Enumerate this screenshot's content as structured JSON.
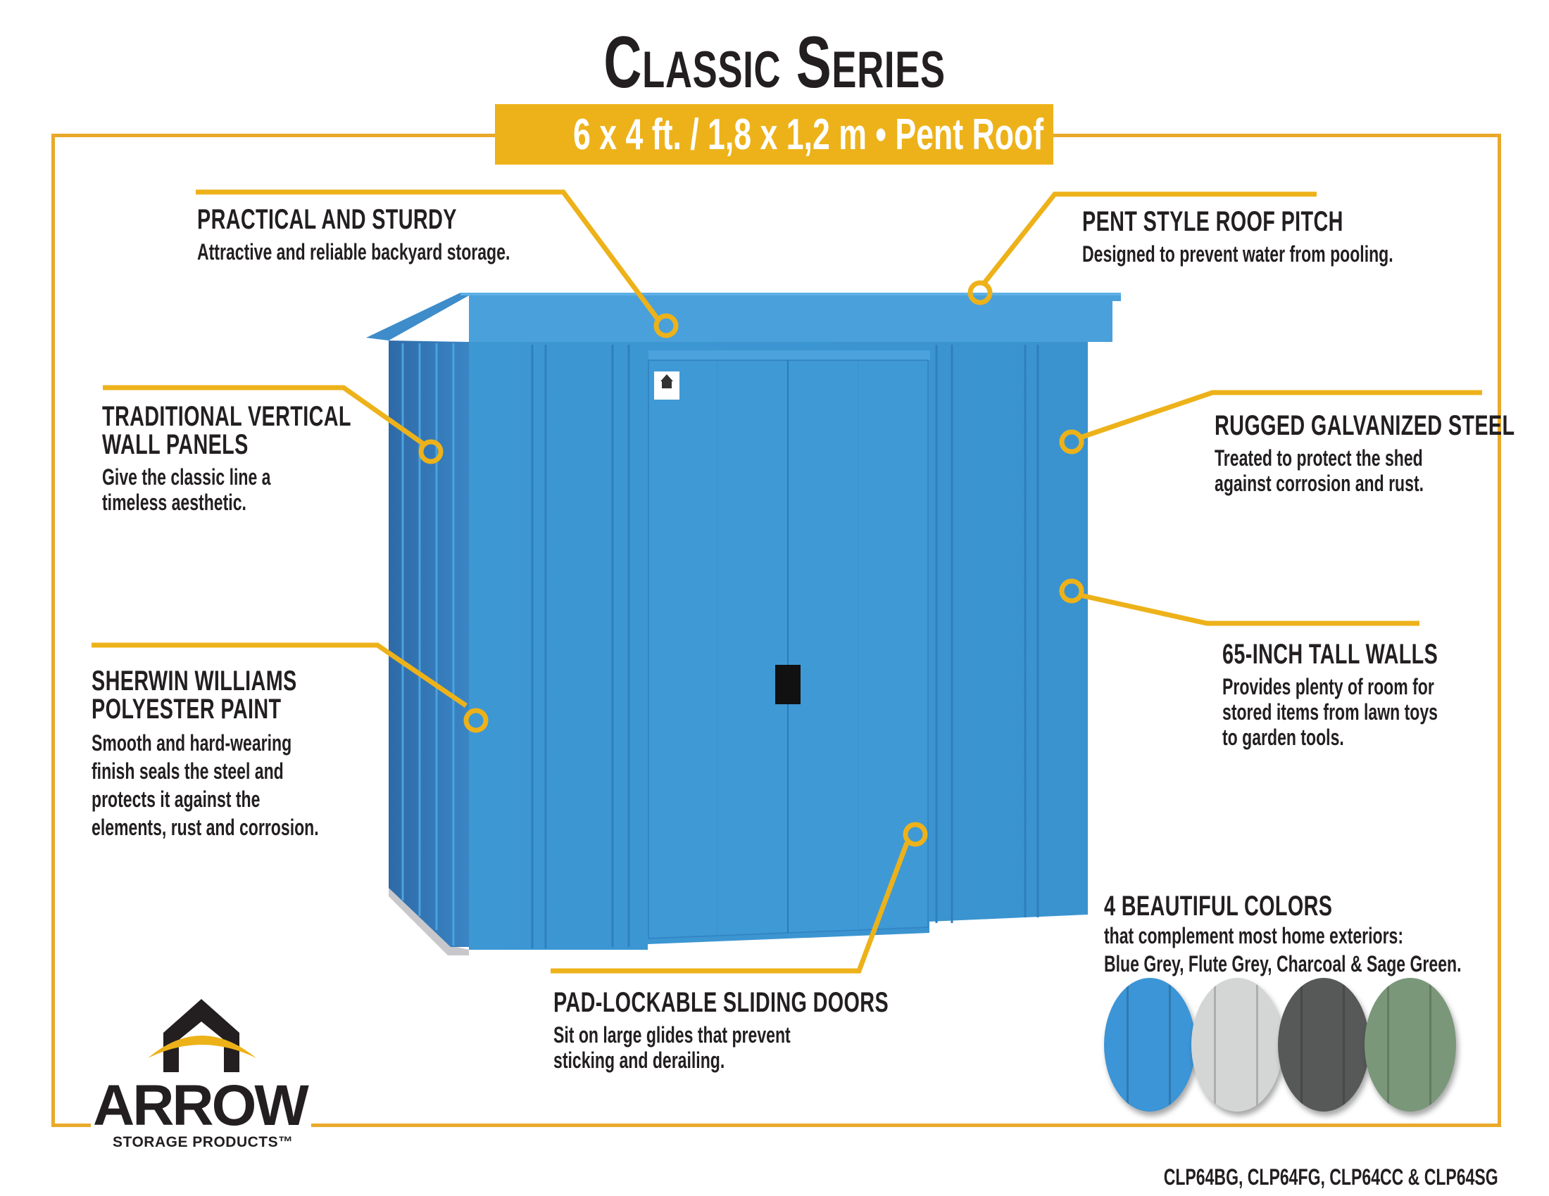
{
  "header": {
    "title": "Classic Series",
    "subtitle": "6 x 4 ft. / 1,8 x 1,2 m  •  Pent Roof"
  },
  "colors": {
    "accent_yellow": "#edb21a",
    "frame_gold": "#e9a92a",
    "text_dark": "#231f20",
    "shed_blue": "#3d97d3",
    "shed_blue_dark": "#2f78b5"
  },
  "callouts": [
    {
      "id": "practical",
      "title": "PRACTICAL AND STURDY",
      "description": "Attractive and reliable backyard storage."
    },
    {
      "id": "pent-roof",
      "title": "PENT STYLE ROOF PITCH",
      "description": "Designed to prevent water from pooling."
    },
    {
      "id": "vertical-panels",
      "title": "TRADITIONAL VERTICAL\nWALL PANELS",
      "title_line1": "TRADITIONAL VERTICAL",
      "title_line2": "WALL PANELS",
      "description": "Give the classic line a\ntimeless aesthetic."
    },
    {
      "id": "galvanized",
      "title": "RUGGED GALVANIZED STEEL",
      "description": "Treated to protect the shed\nagainst corrosion and rust."
    },
    {
      "id": "paint",
      "title_line1": "SHERWIN WILLIAMS",
      "title_line2": "POLYESTER PAINT",
      "description": "Smooth and hard-wearing\nfinish seals the steel and\nprotects it against the\nelements, rust and corrosion."
    },
    {
      "id": "tall-walls",
      "title": "65-INCH TALL WALLS",
      "description": "Provides plenty of room for\nstored items from lawn toys\nto garden tools."
    },
    {
      "id": "doors",
      "title": "PAD-LOCKABLE SLIDING DOORS",
      "description": "Sit on large glides that prevent\nsticking and derailing."
    }
  ],
  "colors_section": {
    "title": "4 BEAUTIFUL COLORS",
    "line1": "that complement most home exteriors:",
    "line2": "Blue Grey, Flute Grey, Charcoal & Sage Green.",
    "swatches": [
      {
        "name": "Blue Grey",
        "hex": "#3b95d6"
      },
      {
        "name": "Flute Grey",
        "hex": "#d4d6d6"
      },
      {
        "name": "Charcoal",
        "hex": "#575959"
      },
      {
        "name": "Sage Green",
        "hex": "#7a977a"
      }
    ]
  },
  "logo": {
    "brand": "ARROW",
    "tagline": "STORAGE PRODUCTS™"
  },
  "footer": {
    "model_numbers": "CLP64BG, CLP64FG, CLP64CC & CLP64SG"
  }
}
